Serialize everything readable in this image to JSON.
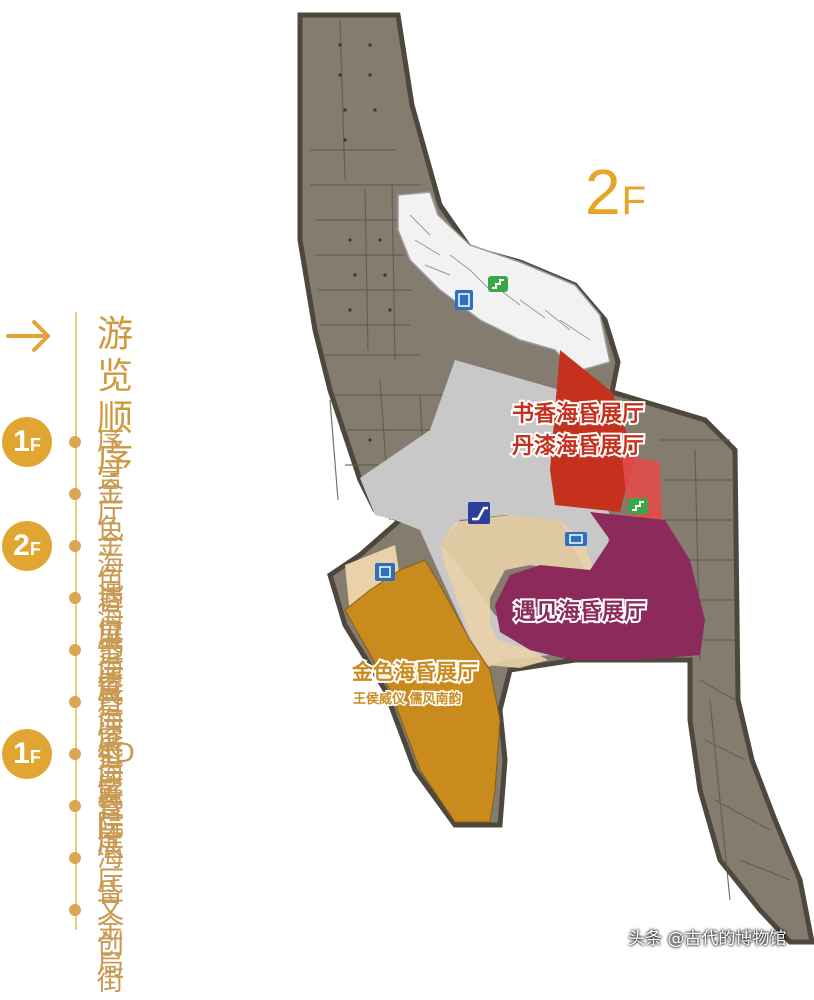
{
  "floor_title": {
    "number": "2",
    "letter": "F"
  },
  "legend": {
    "heading": "游览顺序",
    "items": [
      {
        "badge": {
          "number": "1",
          "letter": "F"
        },
        "label": "序言厅"
      },
      {
        "badge": null,
        "label": "金色海昏展厅"
      },
      {
        "badge": {
          "number": "2",
          "letter": "F"
        },
        "label": "金色海昏展厅"
      },
      {
        "badge": null,
        "label": "遇见海昏展厅"
      },
      {
        "badge": null,
        "label": "书香海昏展厅"
      },
      {
        "badge": null,
        "label": "丹漆海昏展厅"
      },
      {
        "badge": {
          "number": "1",
          "letter": "F"
        },
        "label": "4D影院"
      },
      {
        "badge": null,
        "label": "餐厅"
      },
      {
        "badge": null,
        "label": "海昏金局"
      },
      {
        "badge": null,
        "label": "文创街"
      }
    ]
  },
  "halls": {
    "shuxiang": {
      "label": "书香海昏展厅",
      "color": "#c4321d"
    },
    "danqi": {
      "label": "丹漆海昏展厅",
      "color": "#c4321d"
    },
    "yujian": {
      "label": "遇见海昏展厅",
      "color": "#8d2a5c"
    },
    "jinse": {
      "label": "金色海昏展厅",
      "sublabel": "王侯威仪  儒风南韵",
      "color": "#c98b1e"
    }
  },
  "colors": {
    "accent": "#e8a426",
    "building": "#837b6d",
    "corridor": "#c9c8c8",
    "light_zone": "#e9d2a9",
    "elevator_icon": "#2d6fc1",
    "stairs_icon": "#3aa846"
  },
  "icons": [
    "right-arrow-icon",
    "elevator-icon",
    "stairs-icon",
    "escalator-icon"
  ],
  "watermark": "头条 @古代的博物馆"
}
